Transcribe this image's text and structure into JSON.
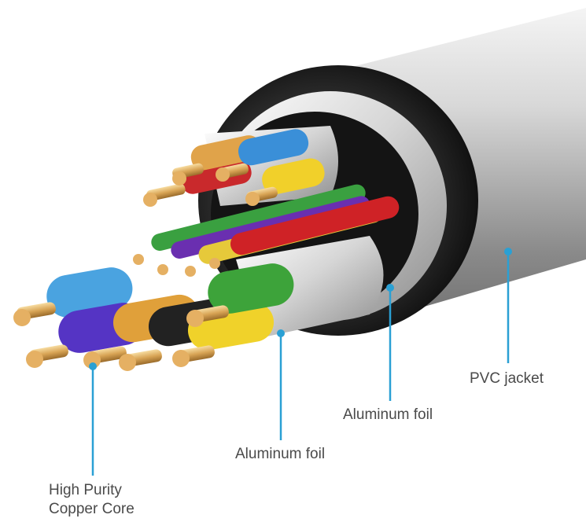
{
  "labels": {
    "core_line1": "High Purity",
    "core_line2": "Copper Core",
    "foil_inner": "Aluminum foil",
    "foil_outer": "Aluminum foil",
    "pvc": "PVC jacket"
  },
  "colors": {
    "callout": "#2aa0d4",
    "copper": "#e3b36a",
    "jacket": "#2a2a2a"
  }
}
